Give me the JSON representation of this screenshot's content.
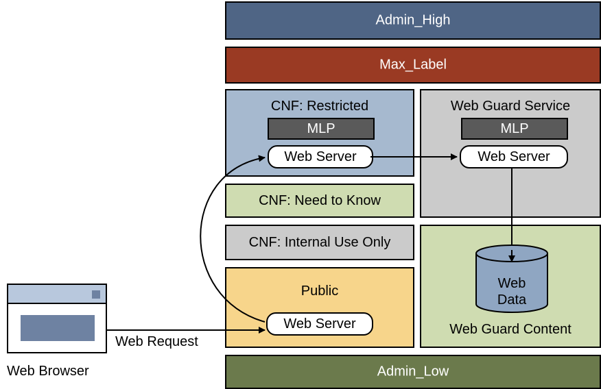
{
  "bands": {
    "admin_high": "Admin_High",
    "max_label": "Max_Label",
    "admin_low": "Admin_Low"
  },
  "zones": {
    "restricted": {
      "title": "CNF: Restricted",
      "mlp": "MLP",
      "server": "Web Server"
    },
    "web_guard_service": {
      "title": "Web Guard Service",
      "mlp": "MLP",
      "server": "Web Server"
    },
    "need_to_know": {
      "title": "CNF: Need to Know"
    },
    "internal_use_only": {
      "title": "CNF: Internal Use Only"
    },
    "public": {
      "title": "Public",
      "server": "Web Server"
    },
    "web_guard_content": {
      "title": "Web Guard Content",
      "database_line1": "Web",
      "database_line2": "Data"
    }
  },
  "browser": {
    "label": "Web Browser"
  },
  "connections": {
    "request_label": "Web Request"
  },
  "colors": {
    "admin_high": "#4f6585",
    "max_label": "#9a3a23",
    "admin_low": "#6b7a4c",
    "restricted": "#a6b9cf",
    "web_guard_service": "#cbcbcb",
    "need_to_know": "#cfdcb1",
    "internal_use_only": "#cbcbcb",
    "public": "#f7d58b",
    "web_guard_content": "#cfdcb1",
    "database": "#8fa6c2",
    "browser_bar": "#b8c8dd",
    "browser_pane": "#6e82a2"
  }
}
